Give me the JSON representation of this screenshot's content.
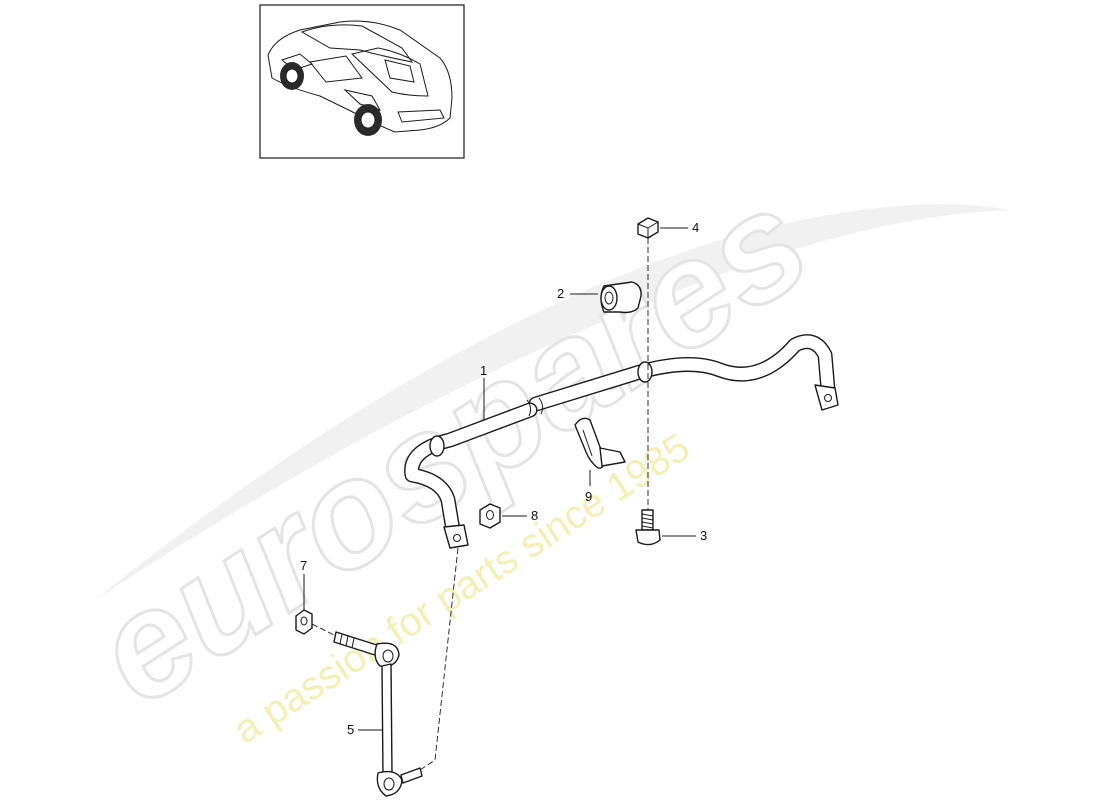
{
  "diagram": {
    "callouts": [
      {
        "id": "1",
        "label": "1"
      },
      {
        "id": "2",
        "label": "2"
      },
      {
        "id": "3",
        "label": "3"
      },
      {
        "id": "4",
        "label": "4"
      },
      {
        "id": "5",
        "label": "5"
      },
      {
        "id": "7",
        "label": "7"
      },
      {
        "id": "8",
        "label": "8"
      },
      {
        "id": "9",
        "label": "9"
      }
    ]
  },
  "watermark": {
    "brand": "eurospares",
    "tagline": "a passion for parts since 1985",
    "brand_color": "#e8e8e8",
    "tagline_color": "#f2eeb0"
  },
  "colors": {
    "line": "#1a1a1a",
    "background": "#ffffff"
  }
}
